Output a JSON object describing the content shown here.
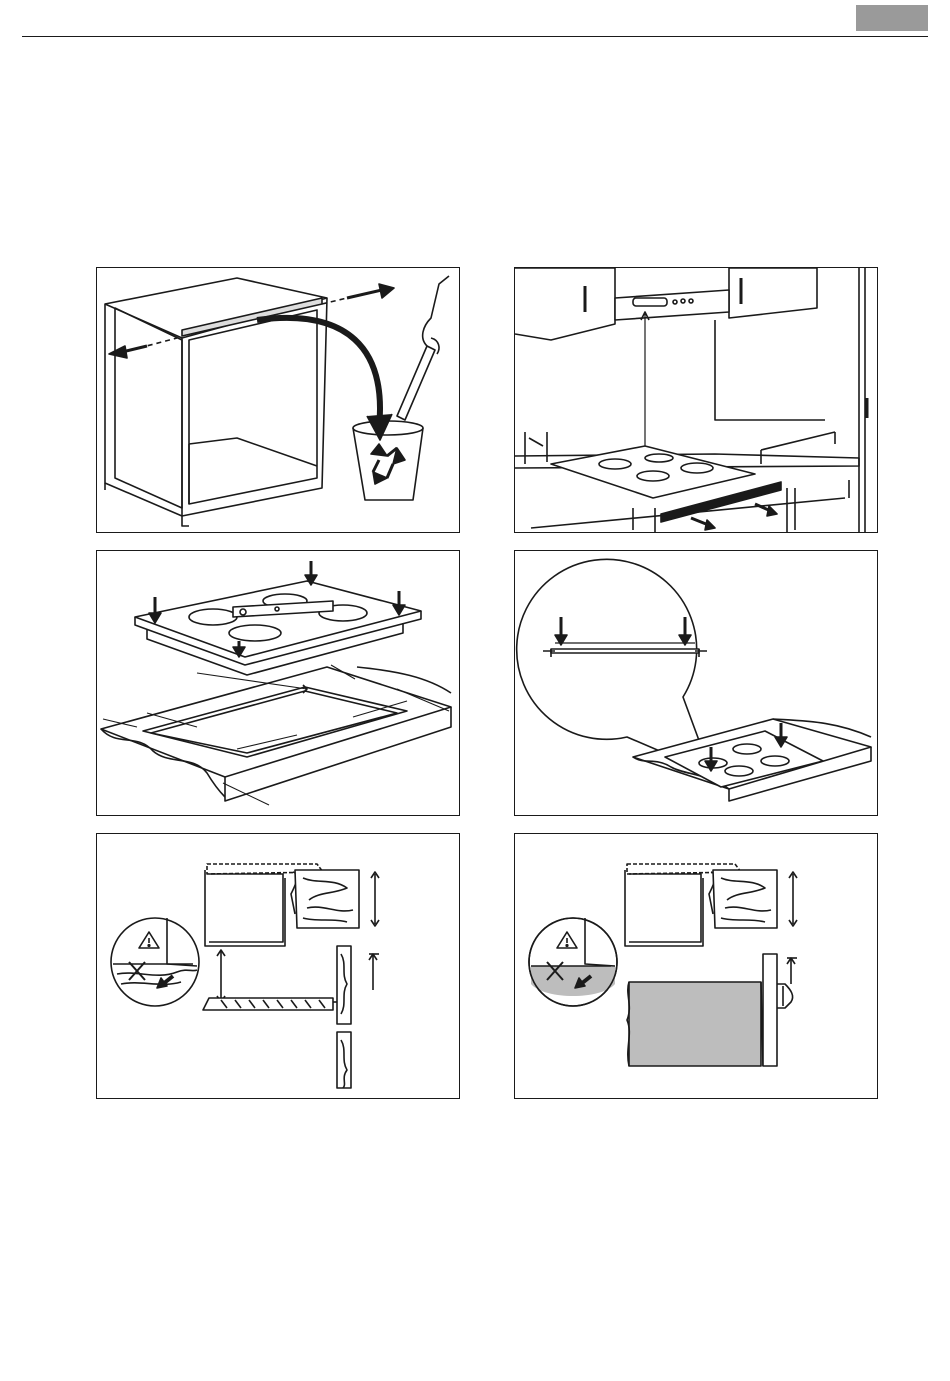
{
  "page": {
    "tab_color": "#9a9a9a",
    "rule_color": "#1a1a1a"
  },
  "figures": [
    {
      "id": "remove-cabinet-rail",
      "icons": [
        "cabinet-icon",
        "rail-icon",
        "recycle-bin-icon",
        "hand-icon"
      ]
    },
    {
      "id": "clearance-distances",
      "icons": [
        "hood-icon",
        "wall-cabinet-icon",
        "hob-outline-icon",
        "drawer-icon"
      ]
    },
    {
      "id": "cutout-and-place-hob",
      "icons": [
        "hob-icon",
        "spirit-level-icon",
        "worktop-icon"
      ]
    },
    {
      "id": "press-hob-into-place",
      "icons": [
        "magnifier-callout-icon",
        "hob-icon",
        "worktop-icon"
      ]
    },
    {
      "id": "drawer-separation",
      "icons": [
        "warning-icon",
        "crossed-out-icon",
        "wooden-panel-icon"
      ]
    },
    {
      "id": "oven-below",
      "icons": [
        "warning-icon",
        "crossed-out-icon",
        "oven-icon"
      ]
    }
  ],
  "colors": {
    "line": "#1a1a1a",
    "fill_grey": "#bdbdbd",
    "fill_light": "#d9d9d9"
  }
}
